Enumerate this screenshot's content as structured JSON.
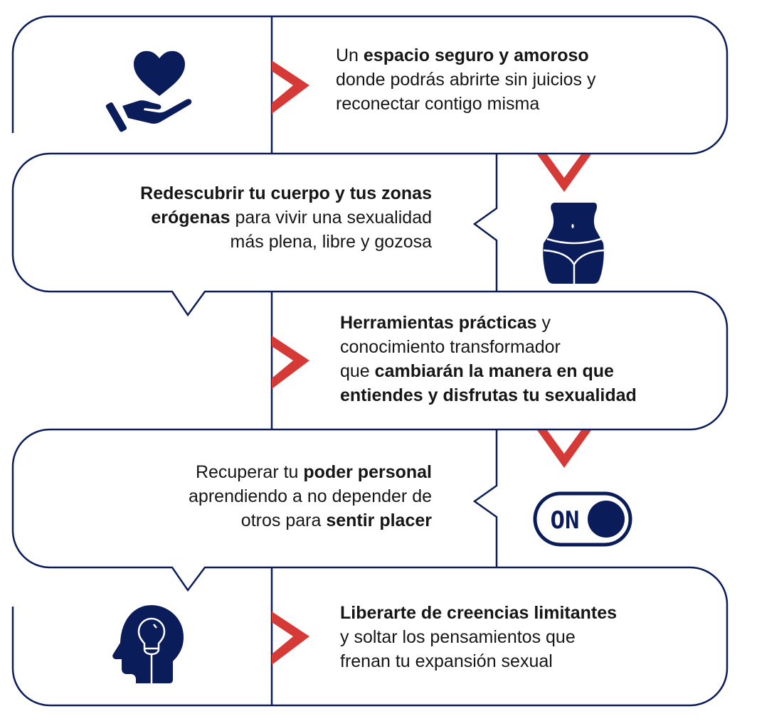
{
  "colors": {
    "navy": "#0b1c5a",
    "red": "#d63a37"
  },
  "items": [
    {
      "icon": "heart-in-hand-icon",
      "align": "left",
      "lines": [
        [
          {
            "t": "Un ",
            "b": false
          },
          {
            "t": "espacio seguro y amoroso",
            "b": true
          }
        ],
        [
          {
            "t": "donde podrás abrirte sin juicios y",
            "b": false
          }
        ],
        [
          {
            "t": "reconectar contigo misma",
            "b": false
          }
        ]
      ]
    },
    {
      "icon": "body-silhouette-icon",
      "align": "right",
      "lines": [
        [
          {
            "t": "Redescubrir tu cuerpo y tus zonas",
            "b": true
          }
        ],
        [
          {
            "t": "erógenas",
            "b": true
          },
          {
            "t": " para vivir una sexualidad",
            "b": false
          }
        ],
        [
          {
            "t": "más plena, libre y gozosa",
            "b": false
          }
        ]
      ]
    },
    {
      "icon": "none",
      "align": "left",
      "lines": [
        [
          {
            "t": "Herramientas prácticas",
            "b": true
          },
          {
            "t": " y",
            "b": false
          }
        ],
        [
          {
            "t": "conocimiento transformador",
            "b": false
          }
        ],
        [
          {
            "t": "que ",
            "b": false
          },
          {
            "t": "cambiarán la manera en que",
            "b": true
          }
        ],
        [
          {
            "t": "entiendes y disfrutas tu sexualidad",
            "b": true
          }
        ]
      ]
    },
    {
      "icon": "on-toggle-icon",
      "align": "right",
      "lines": [
        [
          {
            "t": "Recuperar tu ",
            "b": false
          },
          {
            "t": "poder personal",
            "b": true
          }
        ],
        [
          {
            "t": "aprendiendo a no depender de",
            "b": false
          }
        ],
        [
          {
            "t": "otros para ",
            "b": false
          },
          {
            "t": "sentir placer",
            "b": true
          }
        ]
      ]
    },
    {
      "icon": "head-lightbulb-icon",
      "align": "left",
      "lines": [
        [
          {
            "t": "Liberarte de creencias limitantes",
            "b": true
          }
        ],
        [
          {
            "t": "y soltar los pensamientos que",
            "b": false
          }
        ],
        [
          {
            "t": "frenan tu expansión sexual",
            "b": false
          }
        ]
      ]
    }
  ],
  "toggle": {
    "label": "ON"
  }
}
